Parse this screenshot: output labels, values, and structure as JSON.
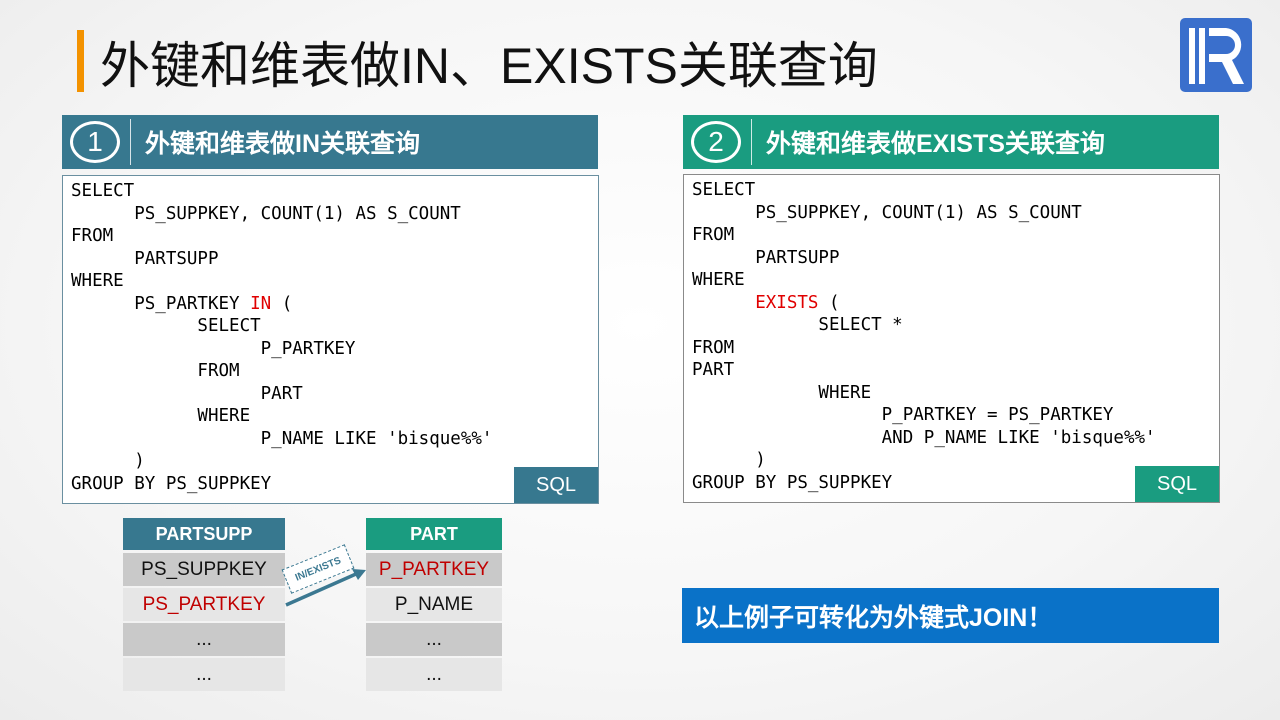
{
  "title": "外键和维表做IN、EXISTS关联查询",
  "colors": {
    "accent": "#f39200",
    "teal_dark": "#37788f",
    "teal_green": "#1a9c80",
    "blue": "#0a72c8",
    "logo": "#3a6fcc",
    "keyword": "#e00000"
  },
  "panels": [
    {
      "number": "1",
      "heading": "外键和维表做IN关联查询",
      "tag": "SQL",
      "lines": [
        {
          "pre": "SELECT"
        },
        {
          "pre": "      PS_SUPPKEY, COUNT(1) AS S_COUNT"
        },
        {
          "pre": "FROM"
        },
        {
          "pre": "      PARTSUPP"
        },
        {
          "pre": "WHERE"
        },
        {
          "pre": "      PS_PARTKEY ",
          "kw": "IN",
          "post": " ("
        },
        {
          "pre": "            SELECT"
        },
        {
          "pre": "                  P_PARTKEY"
        },
        {
          "pre": "            FROM"
        },
        {
          "pre": "                  PART"
        },
        {
          "pre": "            WHERE"
        },
        {
          "pre": "                  P_NAME LIKE 'bisque%%'"
        },
        {
          "pre": "      )"
        },
        {
          "pre": "GROUP BY PS_SUPPKEY"
        }
      ]
    },
    {
      "number": "2",
      "heading": "外键和维表做EXISTS关联查询",
      "tag": "SQL",
      "lines": [
        {
          "pre": "SELECT"
        },
        {
          "pre": "      PS_SUPPKEY, COUNT(1) AS S_COUNT"
        },
        {
          "pre": "FROM"
        },
        {
          "pre": "      PARTSUPP"
        },
        {
          "pre": "WHERE"
        },
        {
          "pre": "      ",
          "kw": "EXISTS",
          "post": " ("
        },
        {
          "pre": "            SELECT *"
        },
        {
          "pre": "FROM"
        },
        {
          "pre": "PART"
        },
        {
          "pre": "            WHERE"
        },
        {
          "pre": "                  P_PARTKEY = PS_PARTKEY"
        },
        {
          "pre": "                  AND P_NAME LIKE 'bisque%%'"
        },
        {
          "pre": "      )"
        },
        {
          "pre": "GROUP BY PS_SUPPKEY"
        }
      ]
    }
  ],
  "tables": {
    "partsupp": {
      "header": "PARTSUPP",
      "rows": [
        "PS_SUPPKEY",
        "PS_PARTKEY",
        "...",
        "..."
      ]
    },
    "part": {
      "header": "PART",
      "rows": [
        "P_PARTKEY",
        "P_NAME",
        "...",
        "..."
      ]
    },
    "relation_label": "IN/EXISTS"
  },
  "conclusion": "以上例子可转化为外键式JOIN！"
}
